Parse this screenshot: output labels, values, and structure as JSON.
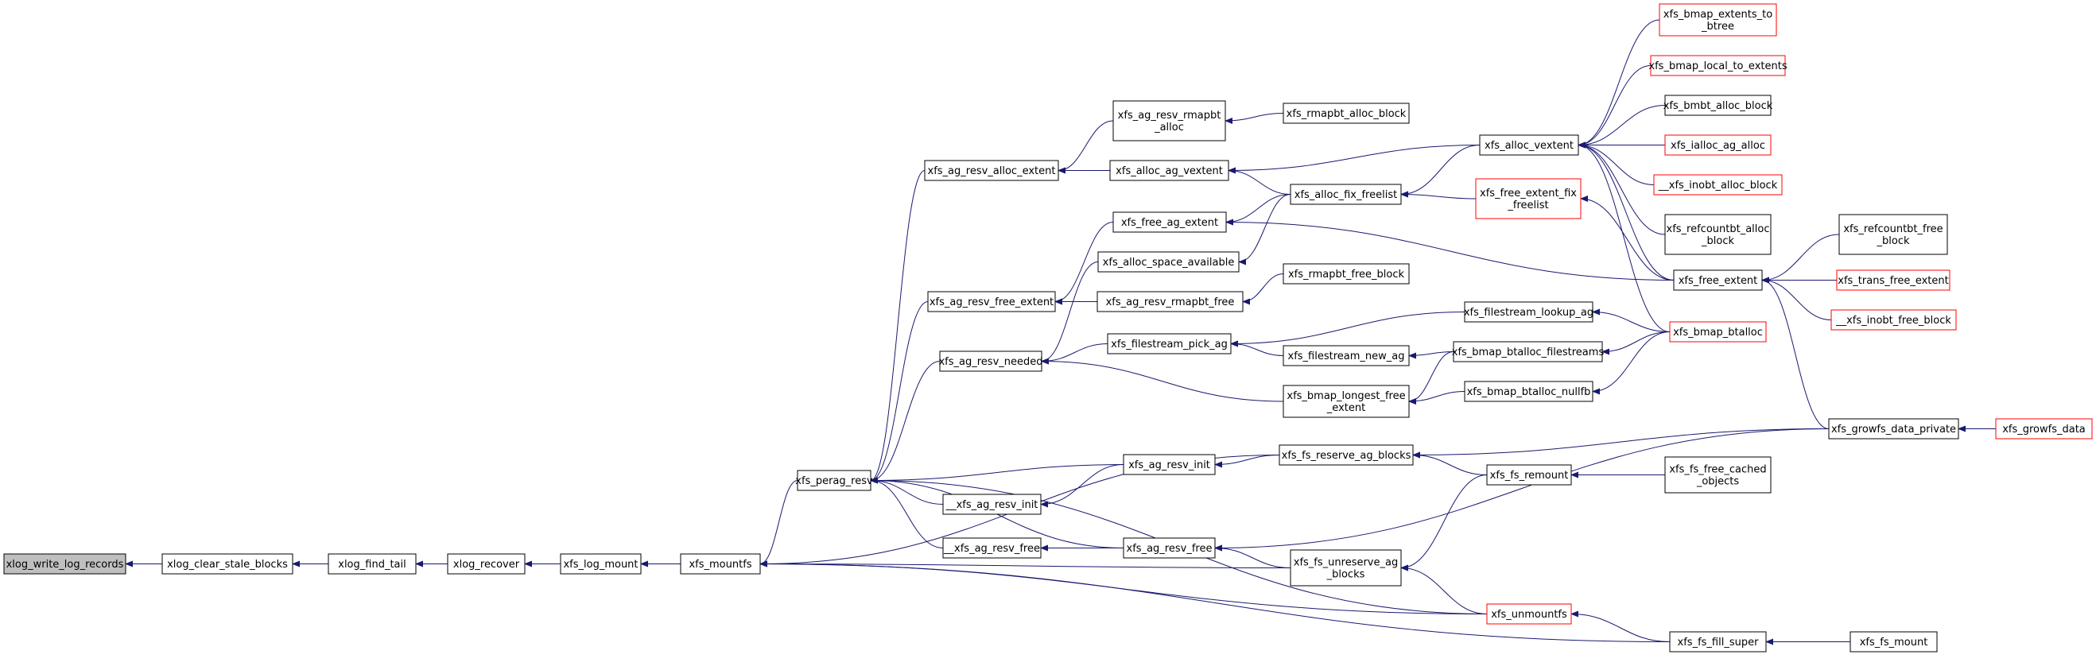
{
  "colors": {
    "edge": "#191970",
    "node_border_default": "#000000",
    "node_border_truncated": "#ff0000",
    "node_fill_default": "#ffffff",
    "node_fill_focus": "#bfbfbf",
    "text": "#000000"
  },
  "nodes": [
    {
      "id": "n1",
      "lines": [
        "xlog_write_log_records"
      ],
      "style": "focus"
    },
    {
      "id": "n2",
      "lines": [
        "xlog_clear_stale_blocks"
      ],
      "style": "normal"
    },
    {
      "id": "n3",
      "lines": [
        "xlog_find_tail"
      ],
      "style": "normal"
    },
    {
      "id": "n4",
      "lines": [
        "xlog_recover"
      ],
      "style": "normal"
    },
    {
      "id": "n5",
      "lines": [
        "xfs_log_mount"
      ],
      "style": "normal"
    },
    {
      "id": "n6",
      "lines": [
        "xfs_mountfs"
      ],
      "style": "normal"
    },
    {
      "id": "n7",
      "lines": [
        "xfs_perag_resv"
      ],
      "style": "normal"
    },
    {
      "id": "n8",
      "lines": [
        "xfs_ag_resv_alloc_extent"
      ],
      "style": "normal"
    },
    {
      "id": "n9",
      "lines": [
        "xfs_ag_resv_free_extent"
      ],
      "style": "normal"
    },
    {
      "id": "n10",
      "lines": [
        "xfs_ag_resv_needed"
      ],
      "style": "normal"
    },
    {
      "id": "n11",
      "lines": [
        "__xfs_ag_resv_init"
      ],
      "style": "normal"
    },
    {
      "id": "n12",
      "lines": [
        "__xfs_ag_resv_free"
      ],
      "style": "normal"
    },
    {
      "id": "n13",
      "lines": [
        "xfs_ag_resv_rmapbt",
        "_alloc"
      ],
      "style": "normal"
    },
    {
      "id": "n14",
      "lines": [
        "xfs_alloc_ag_vextent"
      ],
      "style": "normal"
    },
    {
      "id": "n15",
      "lines": [
        "xfs_free_ag_extent"
      ],
      "style": "normal"
    },
    {
      "id": "n16",
      "lines": [
        "xfs_alloc_space_available"
      ],
      "style": "normal"
    },
    {
      "id": "n17",
      "lines": [
        "xfs_ag_resv_rmapbt_free"
      ],
      "style": "normal"
    },
    {
      "id": "n18",
      "lines": [
        "xfs_filestream_pick_ag"
      ],
      "style": "normal"
    },
    {
      "id": "n19",
      "lines": [
        "xfs_ag_resv_init"
      ],
      "style": "normal"
    },
    {
      "id": "n20",
      "lines": [
        "xfs_ag_resv_free"
      ],
      "style": "normal"
    },
    {
      "id": "n21",
      "lines": [
        "xfs_rmapbt_alloc_block"
      ],
      "style": "normal"
    },
    {
      "id": "n22",
      "lines": [
        "xfs_alloc_fix_freelist"
      ],
      "style": "normal"
    },
    {
      "id": "n23",
      "lines": [
        "xfs_rmapbt_free_block"
      ],
      "style": "normal"
    },
    {
      "id": "n24",
      "lines": [
        "xfs_filestream_new_ag"
      ],
      "style": "normal"
    },
    {
      "id": "n25",
      "lines": [
        "xfs_bmap_longest_free",
        "_extent"
      ],
      "style": "normal"
    },
    {
      "id": "n26",
      "lines": [
        "xfs_fs_reserve_ag_blocks"
      ],
      "style": "normal"
    },
    {
      "id": "n27",
      "lines": [
        "xfs_fs_unreserve_ag",
        "_blocks"
      ],
      "style": "normal"
    },
    {
      "id": "n28",
      "lines": [
        "xfs_alloc_vextent"
      ],
      "style": "normal"
    },
    {
      "id": "n29",
      "lines": [
        "xfs_free_extent_fix",
        "_freelist"
      ],
      "style": "truncated"
    },
    {
      "id": "n30",
      "lines": [
        "xfs_filestream_lookup_ag"
      ],
      "style": "normal"
    },
    {
      "id": "n31",
      "lines": [
        "xfs_bmap_btalloc_filestreams"
      ],
      "style": "normal"
    },
    {
      "id": "n32",
      "lines": [
        "xfs_bmap_btalloc_nullfb"
      ],
      "style": "normal"
    },
    {
      "id": "n33",
      "lines": [
        "xfs_fs_remount"
      ],
      "style": "normal"
    },
    {
      "id": "n34",
      "lines": [
        "xfs_unmountfs"
      ],
      "style": "truncated"
    },
    {
      "id": "n35",
      "lines": [
        "xfs_bmap_extents_to",
        "_btree"
      ],
      "style": "truncated"
    },
    {
      "id": "n36",
      "lines": [
        "xfs_bmap_local_to_extents"
      ],
      "style": "truncated"
    },
    {
      "id": "n37",
      "lines": [
        "xfs_bmbt_alloc_block"
      ],
      "style": "normal"
    },
    {
      "id": "n38",
      "lines": [
        "xfs_ialloc_ag_alloc"
      ],
      "style": "truncated"
    },
    {
      "id": "n39",
      "lines": [
        "__xfs_inobt_alloc_block"
      ],
      "style": "truncated"
    },
    {
      "id": "n40",
      "lines": [
        "xfs_refcountbt_alloc",
        "_block"
      ],
      "style": "normal"
    },
    {
      "id": "n41",
      "lines": [
        "xfs_free_extent"
      ],
      "style": "normal"
    },
    {
      "id": "n42",
      "lines": [
        "xfs_bmap_btalloc"
      ],
      "style": "truncated"
    },
    {
      "id": "n43",
      "lines": [
        "xfs_fs_free_cached",
        "_objects"
      ],
      "style": "normal"
    },
    {
      "id": "n44",
      "lines": [
        "xfs_fs_fill_super"
      ],
      "style": "normal"
    },
    {
      "id": "n45",
      "lines": [
        "xfs_refcountbt_free",
        "_block"
      ],
      "style": "normal"
    },
    {
      "id": "n46",
      "lines": [
        "xfs_trans_free_extent"
      ],
      "style": "truncated"
    },
    {
      "id": "n47",
      "lines": [
        "__xfs_inobt_free_block"
      ],
      "style": "truncated"
    },
    {
      "id": "n48",
      "lines": [
        "xfs_growfs_data_private"
      ],
      "style": "normal"
    },
    {
      "id": "n49",
      "lines": [
        "xfs_fs_mount"
      ],
      "style": "normal"
    },
    {
      "id": "n50",
      "lines": [
        "xfs_growfs_data"
      ],
      "style": "truncated"
    }
  ],
  "edges": [
    [
      "n2",
      "n1"
    ],
    [
      "n3",
      "n2"
    ],
    [
      "n4",
      "n3"
    ],
    [
      "n5",
      "n4"
    ],
    [
      "n6",
      "n5"
    ],
    [
      "n7",
      "n6"
    ],
    [
      "n26",
      "n6"
    ],
    [
      "n27",
      "n6"
    ],
    [
      "n34",
      "n6"
    ],
    [
      "n44",
      "n6"
    ],
    [
      "n8",
      "n7"
    ],
    [
      "n9",
      "n7"
    ],
    [
      "n10",
      "n7"
    ],
    [
      "n11",
      "n7"
    ],
    [
      "n12",
      "n7"
    ],
    [
      "n19",
      "n7"
    ],
    [
      "n20",
      "n7"
    ],
    [
      "n34",
      "n7"
    ],
    [
      "n13",
      "n8"
    ],
    [
      "n14",
      "n8"
    ],
    [
      "n15",
      "n9"
    ],
    [
      "n17",
      "n9"
    ],
    [
      "n16",
      "n10"
    ],
    [
      "n18",
      "n10"
    ],
    [
      "n25",
      "n10"
    ],
    [
      "n19",
      "n11"
    ],
    [
      "n20",
      "n12"
    ],
    [
      "n21",
      "n13"
    ],
    [
      "n28",
      "n14"
    ],
    [
      "n22",
      "n14"
    ],
    [
      "n22",
      "n15"
    ],
    [
      "n41",
      "n15"
    ],
    [
      "n22",
      "n16"
    ],
    [
      "n23",
      "n17"
    ],
    [
      "n30",
      "n18"
    ],
    [
      "n24",
      "n18"
    ],
    [
      "n26",
      "n19"
    ],
    [
      "n27",
      "n20"
    ],
    [
      "n48",
      "n20"
    ],
    [
      "n28",
      "n22"
    ],
    [
      "n29",
      "n22"
    ],
    [
      "n31",
      "n24"
    ],
    [
      "n31",
      "n25"
    ],
    [
      "n32",
      "n25"
    ],
    [
      "n48",
      "n26"
    ],
    [
      "n33",
      "n26"
    ],
    [
      "n33",
      "n27"
    ],
    [
      "n34",
      "n27"
    ],
    [
      "n35",
      "n28"
    ],
    [
      "n36",
      "n28"
    ],
    [
      "n37",
      "n28"
    ],
    [
      "n38",
      "n28"
    ],
    [
      "n39",
      "n28"
    ],
    [
      "n40",
      "n28"
    ],
    [
      "n41",
      "n28"
    ],
    [
      "n42",
      "n28"
    ],
    [
      "n41",
      "n29"
    ],
    [
      "n42",
      "n30"
    ],
    [
      "n42",
      "n31"
    ],
    [
      "n42",
      "n32"
    ],
    [
      "n43",
      "n33"
    ],
    [
      "n44",
      "n34"
    ],
    [
      "n45",
      "n41"
    ],
    [
      "n46",
      "n41"
    ],
    [
      "n47",
      "n41"
    ],
    [
      "n48",
      "n41"
    ],
    [
      "n49",
      "n44"
    ],
    [
      "n50",
      "n48"
    ]
  ]
}
